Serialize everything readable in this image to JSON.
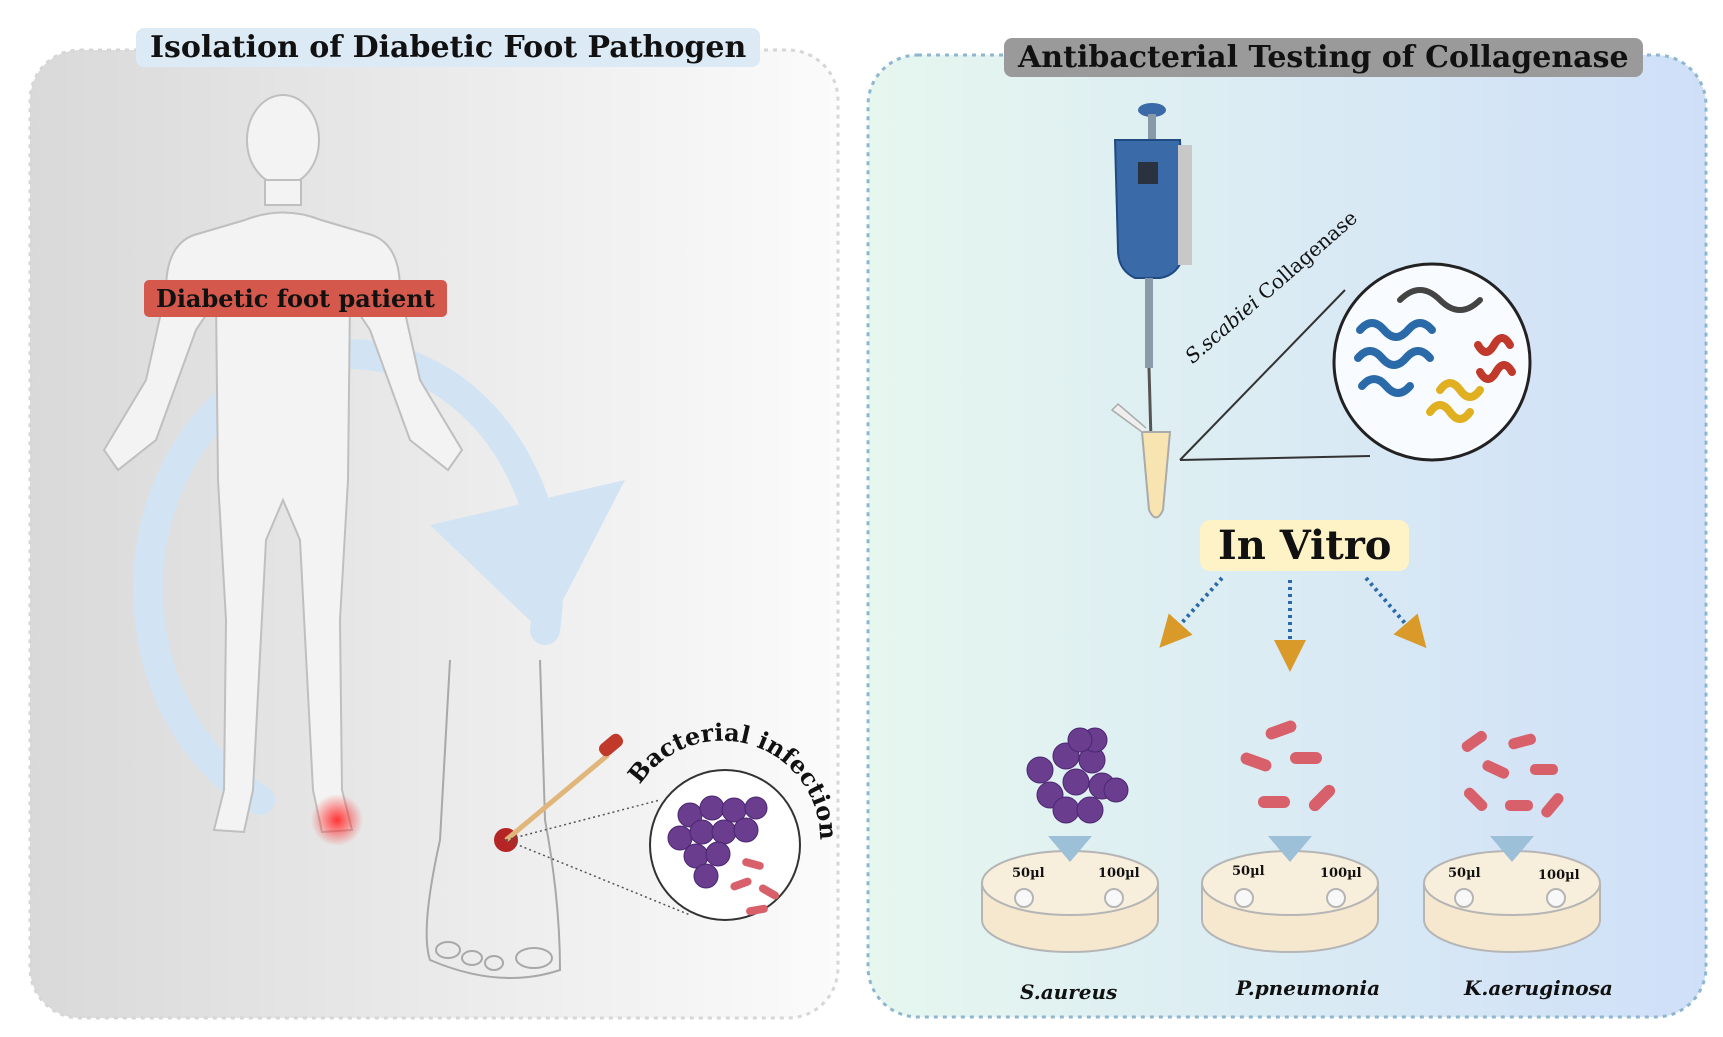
{
  "panels": {
    "left": {
      "title": "Isolation of Diabetic Foot Pathogen",
      "patient_label": "Diabetic foot patient",
      "infection_label": "Bacterial infection"
    },
    "right": {
      "title": "Antibacterial Testing of Collagenase",
      "enzyme_species": "S.scabiei",
      "enzyme_name": " Collagenase",
      "method_label": "In Vitro"
    }
  },
  "plates": [
    {
      "species": "S.aureus",
      "dose_low": "50µl",
      "dose_high": "100µl"
    },
    {
      "species": "P.pneumonia",
      "dose_low": "50µl",
      "dose_high": "100µl"
    },
    {
      "species": "K.aeruginosa",
      "dose_low": "50µl",
      "dose_high": "100µl"
    }
  ],
  "colors": {
    "coccus": "#6a3d8f",
    "rod": "#d8606a",
    "swab_tip": "#c0392b",
    "pipette": "#3a6aa8",
    "protein_blue": "#2a6aa8",
    "protein_yellow": "#e0b020",
    "protein_red": "#c0392b"
  }
}
